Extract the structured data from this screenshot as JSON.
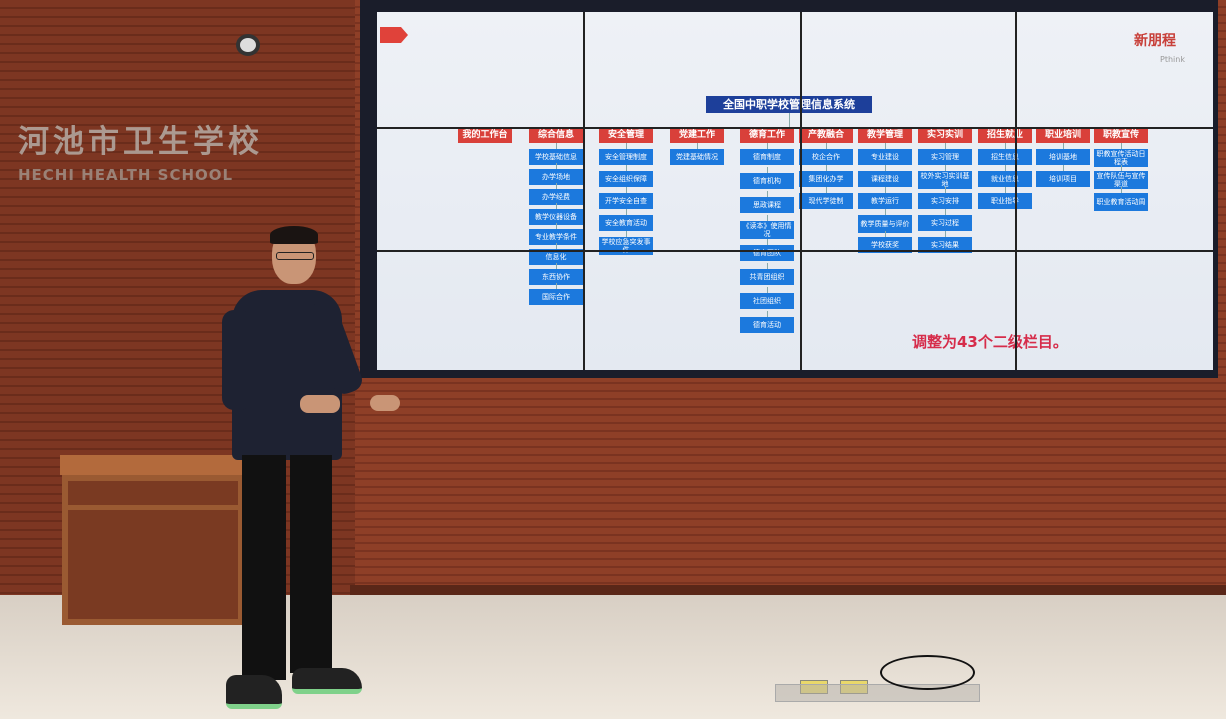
{
  "sign": {
    "chinese": "河池市卫生学校",
    "english": "HECHI HEALTH SCHOOL"
  },
  "slide": {
    "logo": "新朋程",
    "logo_sub": "Pthink",
    "title": "全国中职学校管理信息系统",
    "note": "调整为43个二级栏目。",
    "columns": [
      {
        "header": "我的工作台",
        "items": []
      },
      {
        "header": "综合信息",
        "items": [
          "学校基础信息",
          "办学场地",
          "办学经费",
          "教学仪器设备",
          "专业教学条件",
          "信息化",
          "东西协作",
          "国际合作"
        ]
      },
      {
        "header": "安全管理",
        "items": [
          "安全管理制度",
          "安全组织保障",
          "开学安全自查",
          "安全教育活动",
          "学校应急突发事件"
        ]
      },
      {
        "header": "党建工作",
        "items": [
          "党建基础情况"
        ]
      },
      {
        "header": "德育工作",
        "items": [
          "德育制度",
          "德育机构",
          "思政课程",
          "《读本》使用情况",
          "德育团队",
          "共青团组织",
          "社团组织",
          "德育活动"
        ]
      },
      {
        "header": "产教融合",
        "items": [
          "校企合作",
          "集团化办学",
          "现代学徒制"
        ]
      },
      {
        "header": "教学管理",
        "items": [
          "专业建设",
          "课程建设",
          "教学运行",
          "教学质量与评价",
          "学校获奖"
        ]
      },
      {
        "header": "实习实训",
        "items": [
          "实习管理",
          "校外实习实训基地",
          "实习安排",
          "实习过程",
          "实习结果"
        ]
      },
      {
        "header": "招生就业",
        "items": [
          "招生信息",
          "就业信息",
          "职业指导"
        ]
      },
      {
        "header": "职业培训",
        "items": [
          "培训基地",
          "培训项目"
        ]
      },
      {
        "header": "职教宣传",
        "items": [
          "职教宣传活动日程表",
          "宣传队伍与宣传渠道",
          "职业教育活动周"
        ]
      }
    ]
  }
}
